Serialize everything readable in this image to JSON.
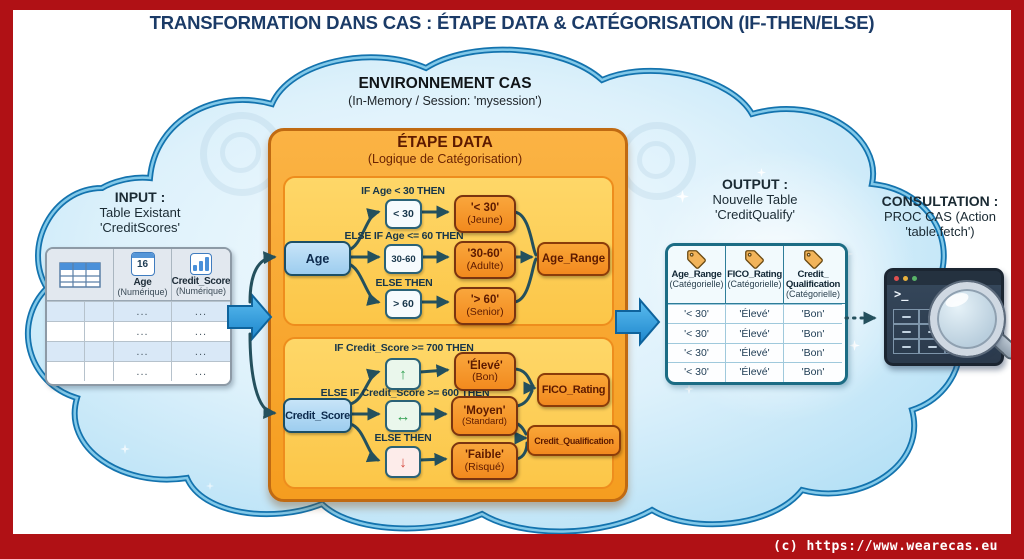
{
  "title": "TRANSFORMATION DANS CAS : ÉTAPE DATA & CATÉGORISATION (IF-THEN/ELSE)",
  "cloud": {
    "title": "ENVIRONNEMENT CAS",
    "subtitle": "(In-Memory / Session: 'mysession')"
  },
  "input": {
    "heading": "INPUT :",
    "line2": "Table Existant",
    "line3": "'CreditScores'",
    "table": {
      "calendar_day": "16",
      "columns": [
        {
          "name": "Age",
          "type": "(Numérique)",
          "icon": "calendar-icon"
        },
        {
          "name": "Credit_Score",
          "type": "(Numérique)",
          "icon": "bar-chart-icon"
        }
      ],
      "rows": [
        [
          "...",
          "..."
        ],
        [
          "...",
          "..."
        ],
        [
          "...",
          "..."
        ],
        [
          "...",
          "..."
        ]
      ]
    }
  },
  "data_step": {
    "title": "ÉTAPE DATA",
    "subtitle": "(Logique de Catégorisation)",
    "age": {
      "source": "Age",
      "output": "Age_Range",
      "branches": [
        {
          "label": "IF Age < 30 THEN",
          "test": "< 30",
          "value": "'< 30'",
          "note": "(Jeune)"
        },
        {
          "label": "ELSE IF Age <= 60 THEN",
          "test": "30-60",
          "value": "'30-60'",
          "note": "(Adulte)"
        },
        {
          "label": "ELSE THEN",
          "test": "> 60",
          "value": "'> 60'",
          "note": "(Senior)"
        }
      ]
    },
    "credit": {
      "source": "Credit_Score",
      "output1": "FICO_Rating",
      "output2": "Credit_Qualification",
      "branches": [
        {
          "label": "IF Credit_Score >= 700 THEN",
          "test": "↑",
          "test_icon": "arrow-up-icon",
          "value": "'Élevé'",
          "note": "(Bon)"
        },
        {
          "label": "ELSE IF Credit_Score >= 600 THEN",
          "test": "↔",
          "test_icon": "arrow-left-right-icon",
          "value": "'Moyen'",
          "note": "(Standard)"
        },
        {
          "label": "ELSE THEN",
          "test": "↓",
          "test_icon": "arrow-down-icon",
          "value": "'Faible'",
          "note": "(Risqué)"
        }
      ]
    }
  },
  "output": {
    "heading": "OUTPUT :",
    "line2": "Nouvelle Table",
    "line3": "'CreditQualify'",
    "table": {
      "columns": [
        {
          "name": "Age_Range",
          "name2": "",
          "type": "(Catégorielle)",
          "icon": "tag-icon"
        },
        {
          "name": "FICO_Rating",
          "name2": "",
          "type": "(Catégorielle)",
          "icon": "tag-icon"
        },
        {
          "name": "Credit_",
          "name2": "Qualification",
          "type": "(Catégorielle)",
          "icon": "tag-icon"
        }
      ],
      "rows": [
        [
          "'< 30'",
          "'Élevé'",
          "'Bon'"
        ],
        [
          "'< 30'",
          "'Élevé'",
          "'Bon'"
        ],
        [
          "'< 30'",
          "'Élevé'",
          "'Bon'"
        ],
        [
          "'< 30'",
          "'Élevé'",
          "'Bon'"
        ]
      ]
    }
  },
  "consultation": {
    "heading": "CONSULTATION :",
    "line2": "PROC CAS (Action",
    "line3": "'table.fetch')",
    "terminal_prompt": ">_"
  },
  "footer": {
    "copyright": "(c) https://www.wearecas.eu"
  },
  "colors": {
    "frame_red": "#b01115",
    "title_navy": "#1b3b67",
    "cloud_border": "#1373ae",
    "cloud_fill": "#dff2fc",
    "panel_orange": "#f8a92c",
    "panel_border": "#c06a12",
    "sub_panel_yellow": "#fdd05e",
    "source_node_blue": "#aed6f1",
    "result_node_orange": "#f79a2a",
    "connector_teal": "#24505d",
    "flow_arrow_blue": "#2e9fe0",
    "table_border_teal": "#1c6c84",
    "up_green": "#2e9e4f",
    "down_red": "#d6493f"
  }
}
